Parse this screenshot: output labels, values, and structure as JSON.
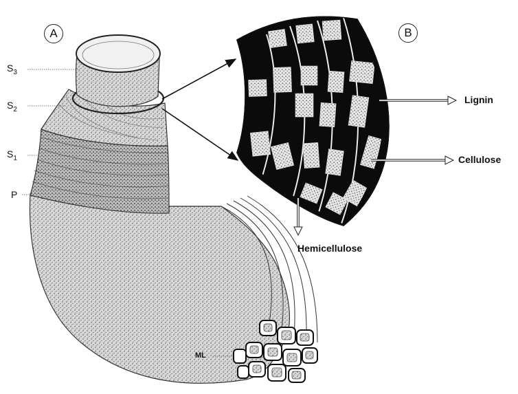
{
  "panels": {
    "a_marker": "A",
    "b_marker": "B"
  },
  "layer_labels": {
    "s3": {
      "base": "S",
      "sub": "3"
    },
    "s2": {
      "base": "S",
      "sub": "2"
    },
    "s1": {
      "base": "S",
      "sub": "1"
    },
    "p": "P",
    "ml": "ML"
  },
  "component_labels": {
    "lignin": "Lignin",
    "cellulose": "Cellulose",
    "hemicellulose": "Hemicellulose"
  },
  "colors": {
    "ink": "#111111",
    "lignin_fill": "#0b0b0b",
    "cellulose_fill": "#e4e4e4",
    "fiber_shading": "#8a8a8a",
    "background": "#ffffff"
  }
}
